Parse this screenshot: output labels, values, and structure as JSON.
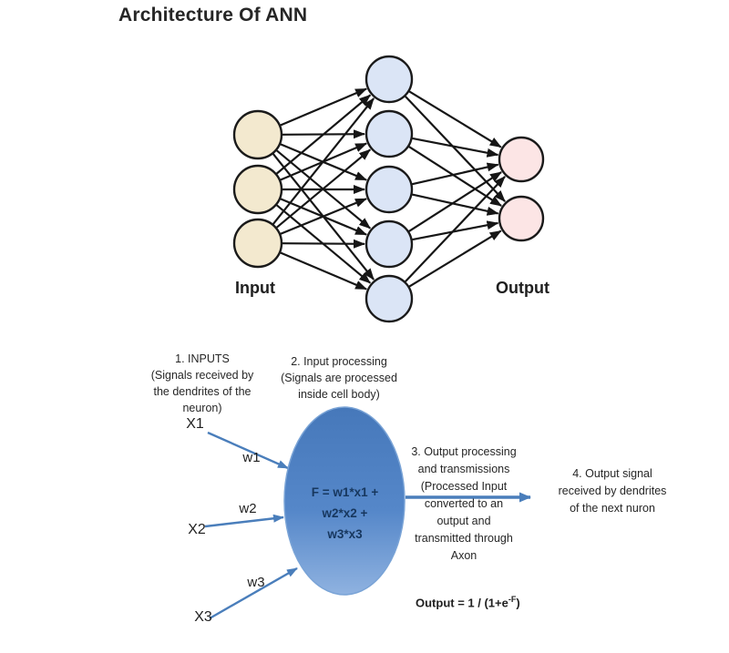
{
  "title": "Architecture Of ANN",
  "network": {
    "input_label": "Input",
    "output_label": "Output",
    "layers": [
      {
        "name": "input",
        "count": 3,
        "fill": "#f3e9cf"
      },
      {
        "name": "hidden",
        "count": 5,
        "fill": "#dbe5f6"
      },
      {
        "name": "output",
        "count": 2,
        "fill": "#fce5e5"
      }
    ],
    "connections": [
      [
        "input",
        "hidden"
      ],
      [
        "hidden",
        "output"
      ]
    ]
  },
  "neuron": {
    "cell_formula": "F = w1*x1 +\nw2*x2 +\nw3*x3",
    "inputs": {
      "x1": "X1",
      "x2": "X2",
      "x3": "X3"
    },
    "weights": {
      "w1": "w1",
      "w2": "w2",
      "w3": "w3"
    }
  },
  "annotations": {
    "step1": {
      "text": "1. INPUTS\n(Signals received by\nthe dendrites of the\nneuron)"
    },
    "step2": {
      "text": "2. Input processing\n(Signals are processed\ninside cell body)"
    },
    "step3": {
      "text": "3. Output processing\nand transmissions\n(Processed Input\nconverted to an\noutput and\ntransmitted through\nAxon"
    },
    "step4": {
      "text": "4. Output signal\nreceived by dendrites\nof the next nuron"
    },
    "output_formula": {
      "prefix": "Output = 1 / (1+e",
      "sup": "-F",
      "suffix": ")"
    }
  },
  "colors": {
    "node_stroke": "#1a1a1a",
    "connection_line": "#161616",
    "cell_top": "#4678ba",
    "cell_mid": "#5587c9",
    "cell_bottom": "#8fb2e0",
    "cell_stroke": "#79a3d6",
    "arrow_blue": "#4a7ebb",
    "formula_text": "#17375e",
    "text": "#262626"
  }
}
